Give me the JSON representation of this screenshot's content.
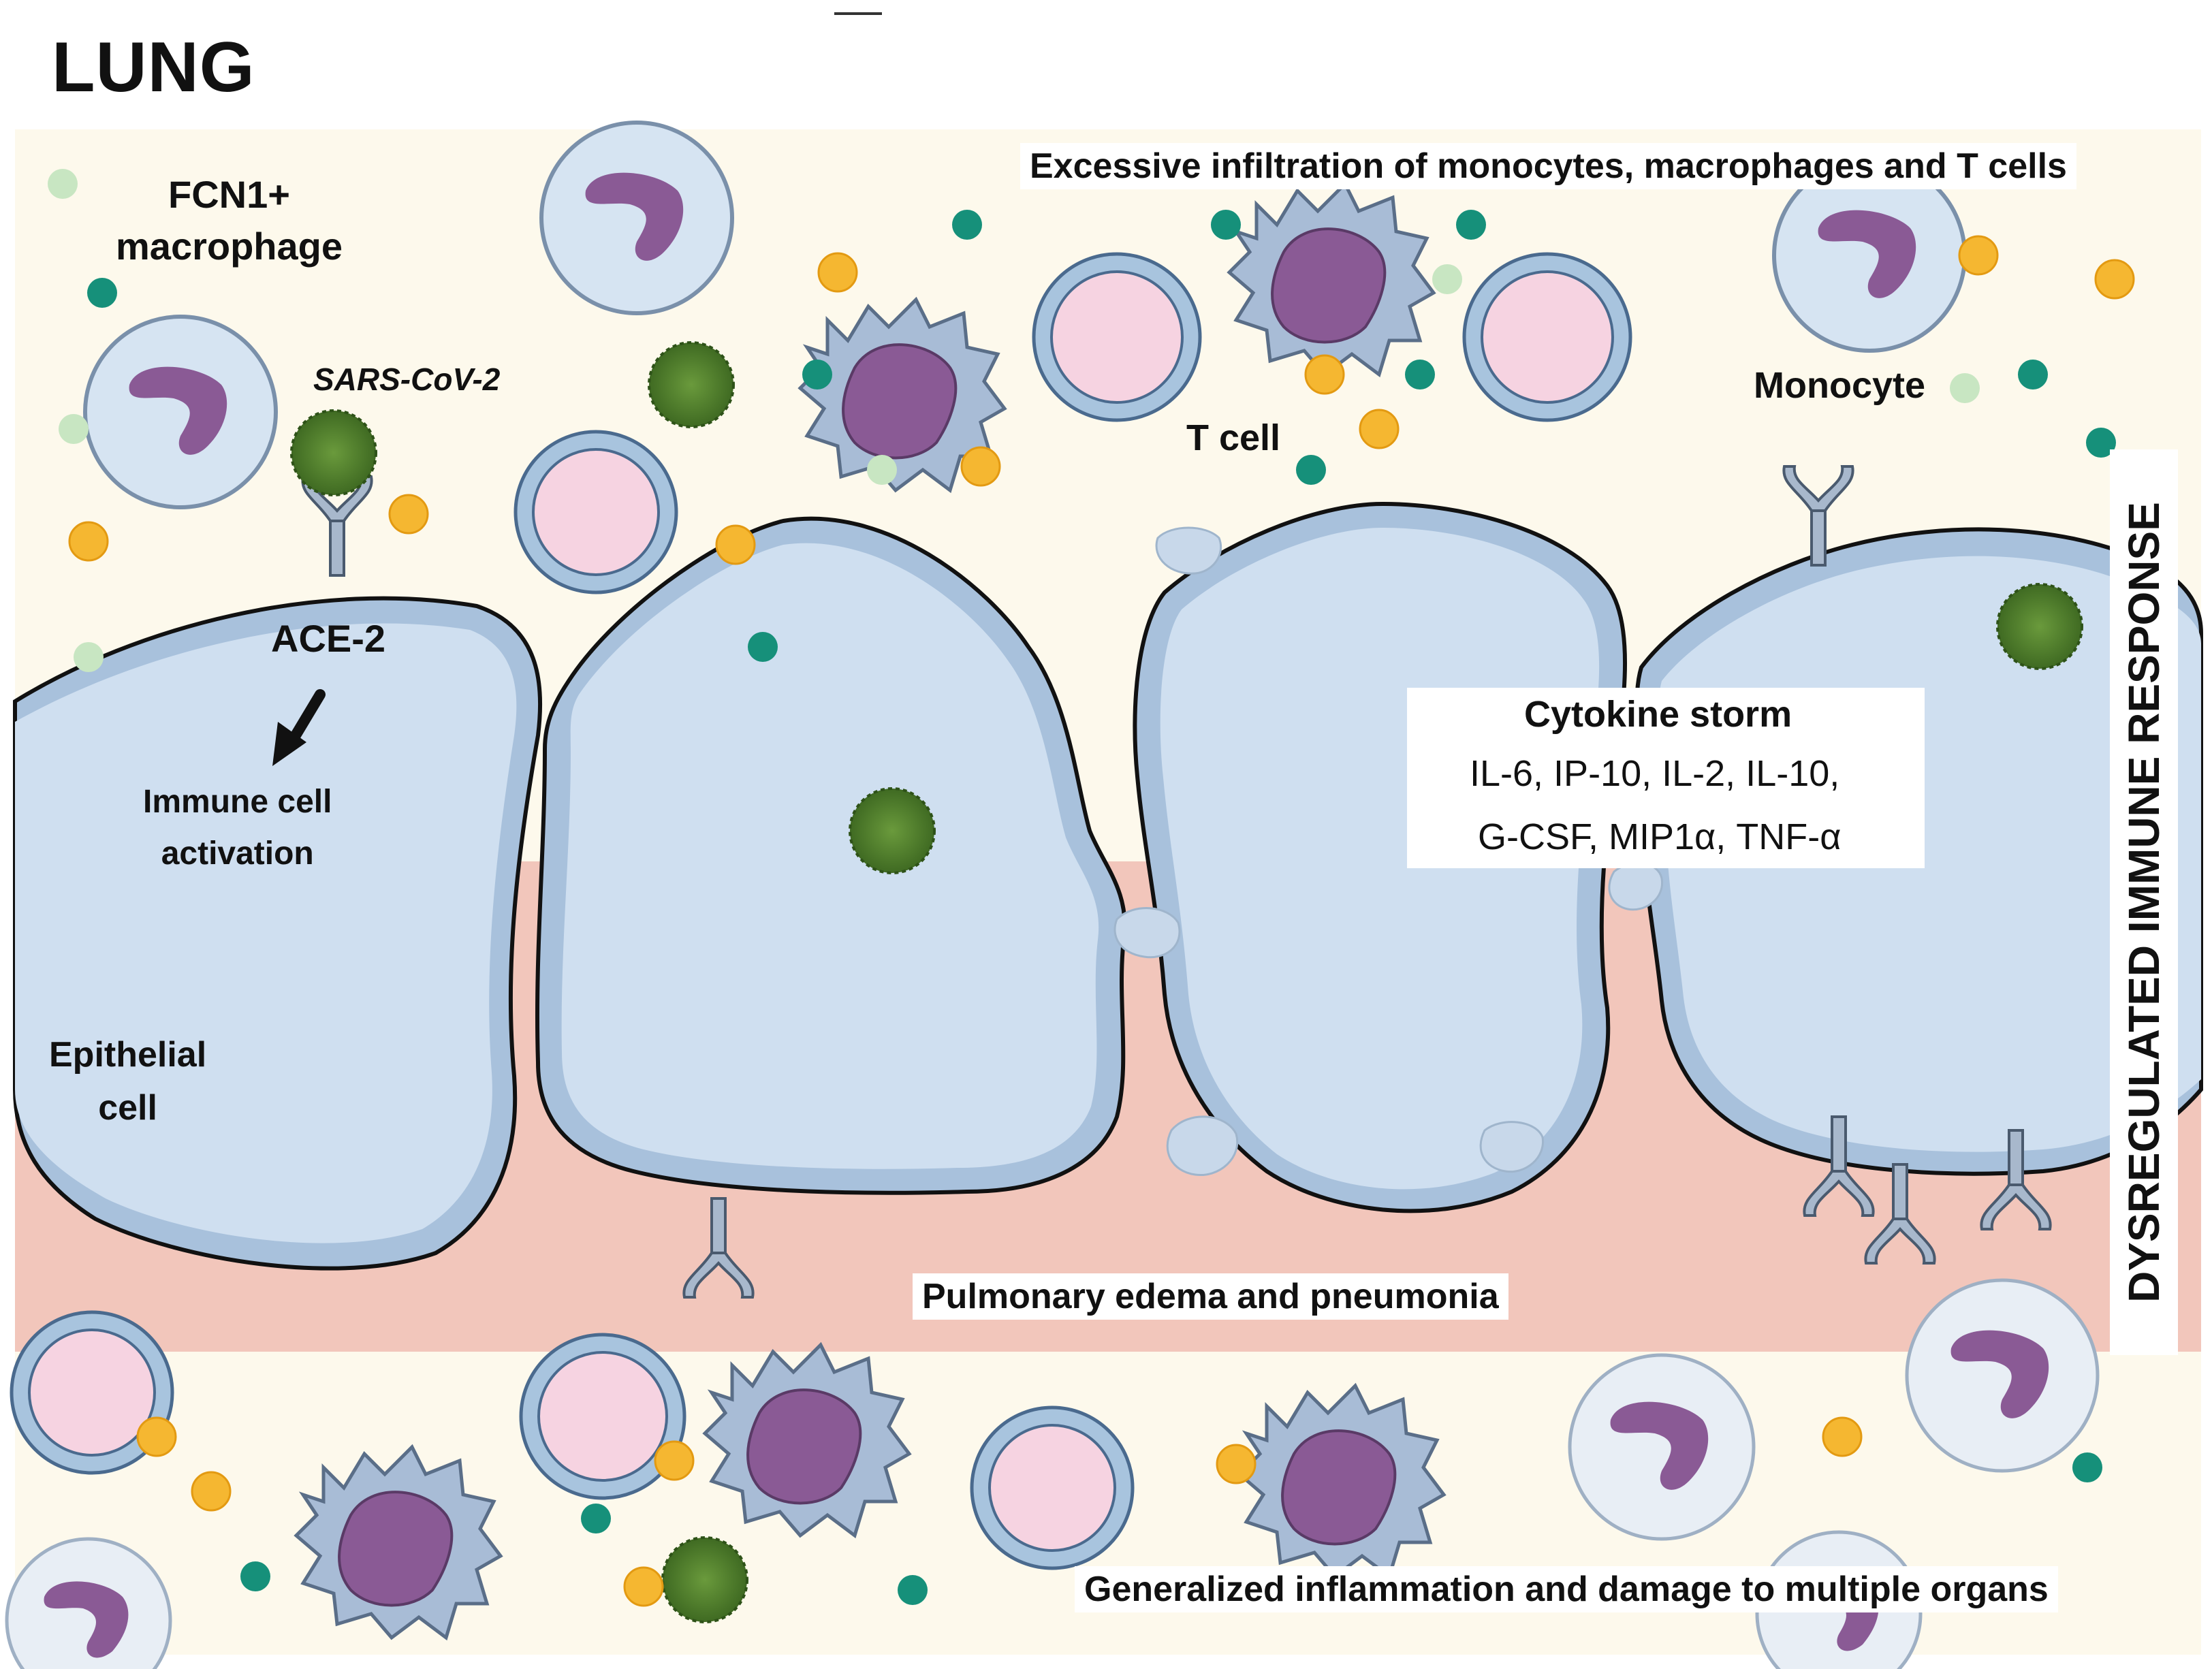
{
  "title": "LUNG",
  "labels": {
    "fcn1_line1": "FCN1+",
    "fcn1_line2": "macrophage",
    "sars": "SARS-CoV-2",
    "ace2": "ACE-2",
    "activation_line1": "Immune cell",
    "activation_line2": "activation",
    "epithelial_line1": "Epithelial",
    "epithelial_line2": "cell",
    "tcell": "T cell",
    "monocyte": "Monocyte",
    "infiltration": "Excessive infiltration of monocytes, macrophages and T cells",
    "edema": "Pulmonary edema and pneumonia",
    "generalized": "Generalized inflammation and damage to multiple organs",
    "dysregulated": "DYSREGULATED IMMUNE RESPONSE"
  },
  "cytokine": {
    "title": "Cytokine storm",
    "line1": "IL-6, IP-10, IL-2, IL-10,",
    "line2": "G-CSF, MIP1α, TNF-α"
  },
  "colors": {
    "background": "#fdf9ec",
    "interstitium": "#f2c6bb",
    "epithelial_fill": "#cfdff0",
    "epithelial_rim": "#a8c1dc",
    "tcell_pink": "#f6d3e1",
    "nucleus_purple": "#8a5a95",
    "virus_green": "#4a7a2e",
    "cytokine_orange": "#f5b731",
    "cytokine_teal": "#16907a",
    "arrow_red": "#c8323a"
  }
}
